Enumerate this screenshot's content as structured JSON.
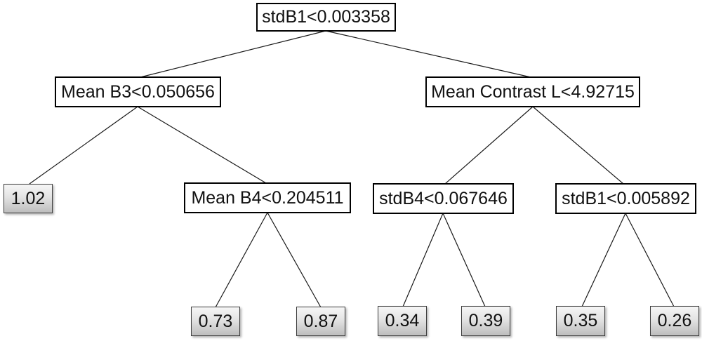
{
  "diagram_type": "decision-tree",
  "colors": {
    "node-border": "#000000",
    "leaf-border": "#3c3c3c",
    "edge": "#1a1a1a",
    "leaf-top": "#f6f6f6",
    "leaf-bottom": "#bdbdbd"
  },
  "tree": {
    "root": {
      "label": "stdB1<0.003358",
      "type": "decision",
      "children": [
        {
          "label": "Mean B3<0.050656",
          "type": "decision",
          "children": [
            {
              "label": "1.02",
              "type": "leaf"
            },
            {
              "label": "Mean B4<0.204511",
              "type": "decision",
              "children": [
                {
                  "label": "0.73",
                  "type": "leaf"
                },
                {
                  "label": "0.87",
                  "type": "leaf"
                }
              ]
            }
          ]
        },
        {
          "label": "Mean Contrast L<4.92715",
          "type": "decision",
          "children": [
            {
              "label": "stdB4<0.067646",
              "type": "decision",
              "children": [
                {
                  "label": "0.34",
                  "type": "leaf"
                },
                {
                  "label": "0.39",
                  "type": "leaf"
                }
              ]
            },
            {
              "label": "stdB1<0.005892",
              "type": "decision",
              "children": [
                {
                  "label": "0.35",
                  "type": "leaf"
                },
                {
                  "label": "0.26",
                  "type": "leaf"
                }
              ]
            }
          ]
        }
      ]
    }
  }
}
